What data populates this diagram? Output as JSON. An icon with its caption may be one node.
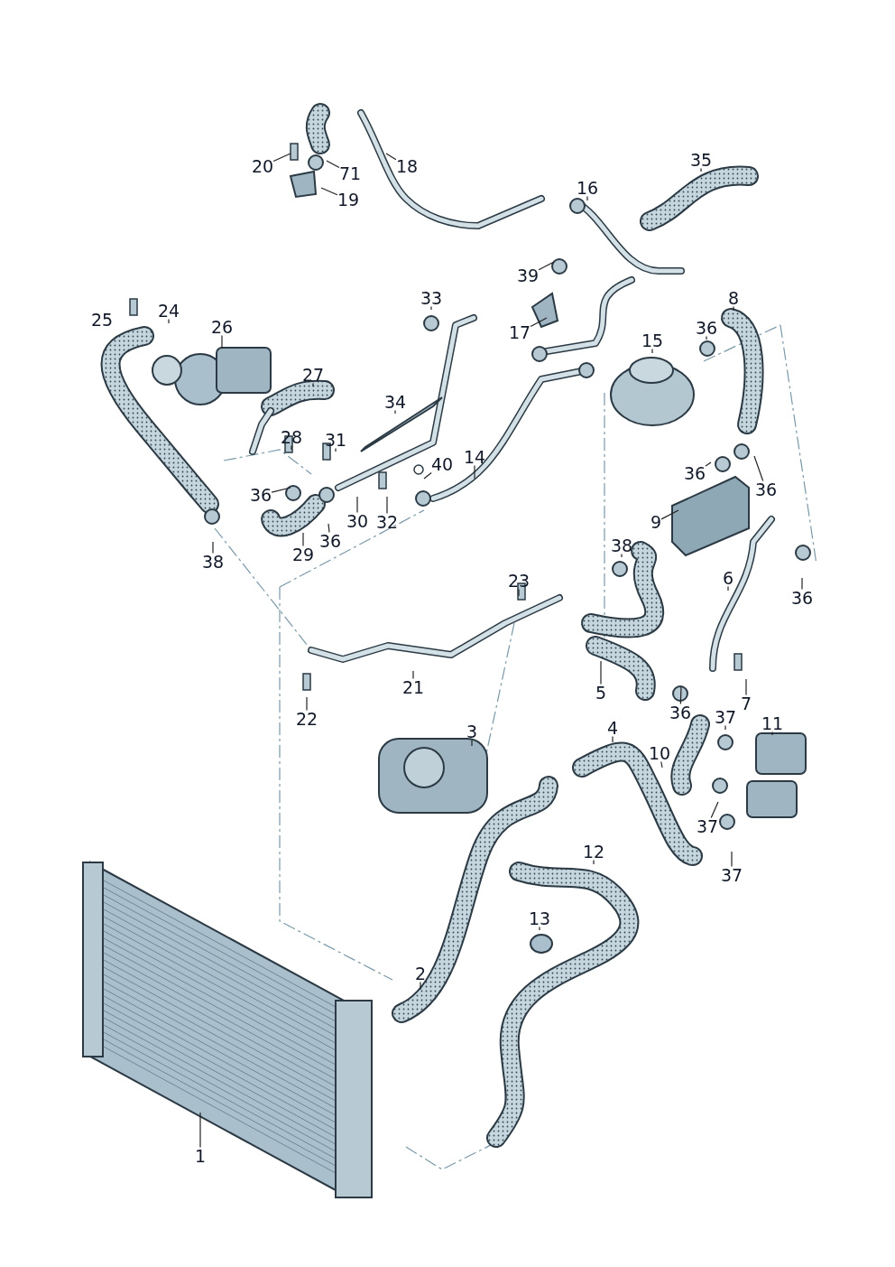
{
  "diagram": {
    "nodes": [
      {
        "text": [
          "1"
        ]
      },
      {
        "text": [
          "2"
        ]
      },
      {
        "text": [
          "3"
        ]
      },
      {
        "text": [
          "4"
        ]
      },
      {
        "text": [
          "5"
        ]
      },
      {
        "text": [
          "6"
        ]
      },
      {
        "text": [
          "7"
        ]
      },
      {
        "text": [
          "8"
        ]
      },
      {
        "text": [
          "9"
        ]
      },
      {
        "text": [
          "10"
        ]
      },
      {
        "text": [
          "11"
        ]
      },
      {
        "text": [
          "12"
        ]
      },
      {
        "text": [
          "13"
        ]
      },
      {
        "text": [
          "14"
        ]
      },
      {
        "text": [
          "15"
        ]
      },
      {
        "text": [
          "16"
        ]
      },
      {
        "text": [
          "17"
        ]
      },
      {
        "text": [
          "18"
        ]
      },
      {
        "text": [
          "19"
        ]
      },
      {
        "text": [
          "20"
        ]
      },
      {
        "text": [
          "21"
        ]
      },
      {
        "text": [
          "22"
        ]
      },
      {
        "text": [
          "23"
        ]
      },
      {
        "text": [
          "24"
        ]
      },
      {
        "text": [
          "25"
        ]
      },
      {
        "text": [
          "26"
        ]
      },
      {
        "text": [
          "27"
        ]
      },
      {
        "text": [
          "28"
        ]
      },
      {
        "text": [
          "29"
        ]
      },
      {
        "text": [
          "30"
        ]
      },
      {
        "text": [
          "31"
        ]
      },
      {
        "text": [
          "32"
        ]
      },
      {
        "text": [
          "33"
        ]
      },
      {
        "text": [
          "34"
        ]
      },
      {
        "text": [
          "35"
        ]
      },
      {
        "text": [
          "36"
        ]
      },
      {
        "text": [
          "36"
        ]
      },
      {
        "text": [
          "36"
        ]
      },
      {
        "text": [
          "36"
        ]
      },
      {
        "text": [
          "36"
        ]
      },
      {
        "text": [
          "36"
        ]
      },
      {
        "text": [
          "36"
        ]
      },
      {
        "text": [
          "37"
        ]
      },
      {
        "text": [
          "37"
        ]
      },
      {
        "text": [
          "37"
        ]
      },
      {
        "text": [
          "38"
        ]
      },
      {
        "text": [
          "38"
        ]
      },
      {
        "text": [
          "39"
        ]
      },
      {
        "text": [
          "40"
        ]
      },
      {
        "text": [
          "71"
        ]
      }
    ],
    "edges": [
      {
        "from": 0,
        "to": null,
        "arrow": "none"
      },
      {
        "from": 1,
        "to": null,
        "arrow": "none"
      },
      {
        "from": 2,
        "to": null,
        "arrow": "none"
      },
      {
        "from": 3,
        "to": null,
        "arrow": "none"
      },
      {
        "from": 4,
        "to": null,
        "arrow": "none"
      },
      {
        "from": 5,
        "to": null,
        "arrow": "none"
      },
      {
        "from": 6,
        "to": null,
        "arrow": "none"
      },
      {
        "from": 7,
        "to": null,
        "arrow": "none"
      },
      {
        "from": 8,
        "to": null,
        "arrow": "none"
      },
      {
        "from": 9,
        "to": null,
        "arrow": "none"
      },
      {
        "from": 10,
        "to": null,
        "arrow": "none"
      },
      {
        "from": 11,
        "to": null,
        "arrow": "none"
      },
      {
        "from": 12,
        "to": null,
        "arrow": "none"
      },
      {
        "from": 13,
        "to": null,
        "arrow": "none"
      },
      {
        "from": 14,
        "to": null,
        "arrow": "none"
      },
      {
        "from": 15,
        "to": null,
        "arrow": "none"
      },
      {
        "from": 16,
        "to": null,
        "arrow": "none"
      },
      {
        "from": 17,
        "to": null,
        "arrow": "none"
      },
      {
        "from": 18,
        "to": null,
        "arrow": "none"
      },
      {
        "from": 19,
        "to": null,
        "arrow": "none"
      },
      {
        "from": 20,
        "to": null,
        "arrow": "none"
      },
      {
        "from": 21,
        "to": null,
        "arrow": "none"
      },
      {
        "from": 22,
        "to": null,
        "arrow": "none"
      },
      {
        "from": 23,
        "to": null,
        "arrow": "none"
      },
      {
        "from": 25,
        "to": null,
        "arrow": "none"
      },
      {
        "from": 26,
        "to": null,
        "arrow": "none"
      },
      {
        "from": 27,
        "to": null,
        "arrow": "none"
      },
      {
        "from": 28,
        "to": null,
        "arrow": "none"
      },
      {
        "from": 29,
        "to": null,
        "arrow": "none"
      },
      {
        "from": 30,
        "to": null,
        "arrow": "none"
      },
      {
        "from": 31,
        "to": null,
        "arrow": "none"
      },
      {
        "from": 32,
        "to": null,
        "arrow": "none"
      },
      {
        "from": 33,
        "to": null,
        "arrow": "none"
      },
      {
        "from": 34,
        "to": null,
        "arrow": "none"
      },
      {
        "from": 35,
        "to": null,
        "arrow": "none"
      },
      {
        "from": 36,
        "to": null,
        "arrow": "none"
      },
      {
        "from": 37,
        "to": null,
        "arrow": "none"
      },
      {
        "from": 38,
        "to": null,
        "arrow": "none"
      },
      {
        "from": 39,
        "to": null,
        "arrow": "none"
      },
      {
        "from": 40,
        "to": null,
        "arrow": "none"
      },
      {
        "from": 41,
        "to": null,
        "arrow": "none"
      },
      {
        "from": 42,
        "to": null,
        "arrow": "none"
      },
      {
        "from": 43,
        "to": null,
        "arrow": "none"
      },
      {
        "from": 44,
        "to": null,
        "arrow": "none"
      },
      {
        "from": 45,
        "to": null,
        "arrow": "none"
      },
      {
        "from": 46,
        "to": null,
        "arrow": "none"
      },
      {
        "from": 47,
        "to": null,
        "arrow": "none"
      },
      {
        "from": 48,
        "to": null,
        "arrow": "none"
      },
      {
        "from": 49,
        "to": null,
        "arrow": "none"
      }
    ]
  }
}
